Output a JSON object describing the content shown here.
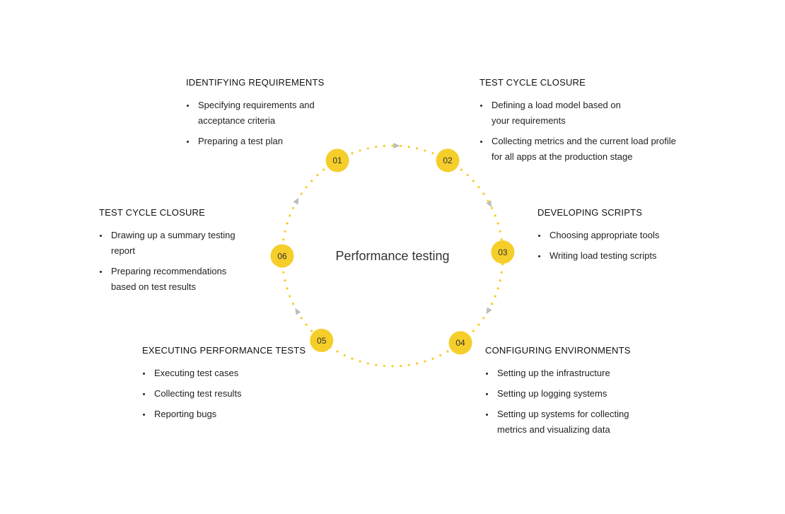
{
  "diagram": {
    "center_title": "Performance testing",
    "accent_color": "#F5CE2A",
    "arrow_color": "#BDBDBD",
    "nodes": [
      {
        "number": "01"
      },
      {
        "number": "02"
      },
      {
        "number": "03"
      },
      {
        "number": "04"
      },
      {
        "number": "05"
      },
      {
        "number": "06"
      }
    ],
    "stages": [
      {
        "title": "IDENTIFYING REQUIREMENTS",
        "items": [
          "Specifying requirements and acceptance criteria",
          "Preparing a test plan"
        ]
      },
      {
        "title": "TEST CYCLE CLOSURE",
        "items": [
          "Defining a load model based on your requirements",
          "Collecting metrics and the current load profile for all apps at the production stage"
        ]
      },
      {
        "title": "DEVELOPING SCRIPTS",
        "items": [
          "Choosing appropriate tools",
          "Writing load testing scripts"
        ]
      },
      {
        "title": "CONFIGURING ENVIRONMENTS",
        "items": [
          "Setting up the infrastructure",
          "Setting up logging systems",
          "Setting up systems for collecting metrics and visualizing data"
        ]
      },
      {
        "title": "EXECUTING PERFORMANCE TESTS",
        "items": [
          "Executing test cases",
          "Collecting test results",
          "Reporting bugs"
        ]
      },
      {
        "title": "TEST CYCLE CLOSURE",
        "items": [
          "Drawing up a summary testing report",
          "Preparing recommendations based on test results"
        ]
      }
    ]
  }
}
